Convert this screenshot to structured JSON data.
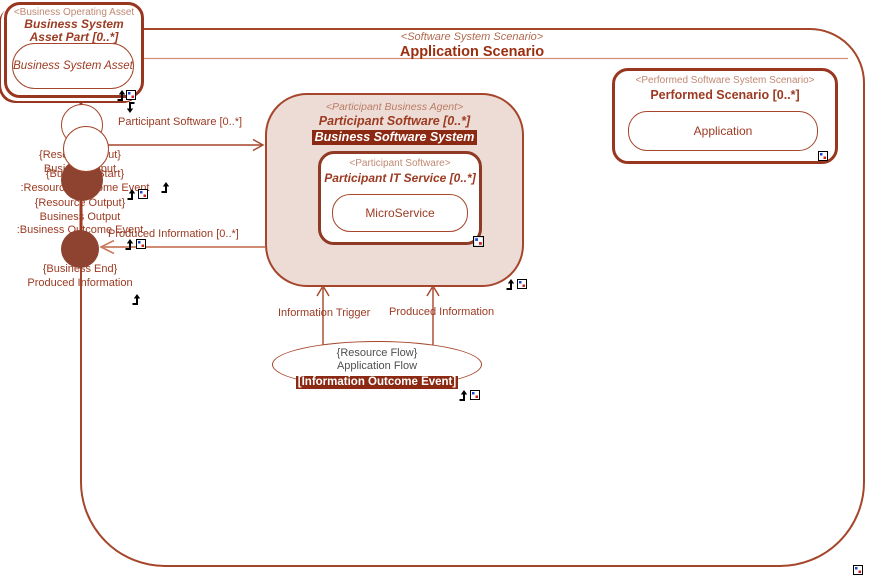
{
  "container": {
    "stereotype": "<Software System Scenario>",
    "title": "Application Scenario"
  },
  "asset_box": {
    "stereotype": "<Business Operating Asset",
    "title": "Business System Asset Part [0..*]",
    "instance": "Business System Asset"
  },
  "participant_box": {
    "stereotype": "<Participant Business Agent>",
    "title": "Participant Software [0..*]",
    "selected": "Business Software System"
  },
  "it_service_box": {
    "stereotype": "<Participant Software>",
    "title": "Participant IT Service [0..*]",
    "instance": "MicroService"
  },
  "performed_box": {
    "stereotype": "<Performed Software System Scenario>",
    "title": "Performed Scenario [0..*]",
    "instance": "Application"
  },
  "flow_ellipse": {
    "line1": "{Resource Flow}",
    "line2": "Application Flow",
    "selected": "[Information Outcome Event]"
  },
  "events": {
    "resource_input": {
      "line1": "{Resource Input}",
      "line2": "Business Input"
    },
    "business_start": {
      "line1": "{Business Start}",
      "line2": ":Resource Outcome Event"
    },
    "resource_output": {
      "line1": "{Resource Output}",
      "line2": "Business Output",
      "line3": ":Business Outcome Event"
    },
    "business_end": {
      "line1": "{Business End}",
      "line2": "Produced Information"
    }
  },
  "connectors": {
    "participant_software": "Participant Software [0..*]",
    "produced_information_left": "Produced Information [0..*]",
    "information_trigger": "Information Trigger",
    "produced_information_bottom": "Produced Information"
  },
  "icons": {
    "goto_arrow": "bent-up-arrow",
    "model_ref": "model-reference-badge"
  },
  "colors": {
    "border": "#A5462B",
    "accent_text": "#9C3A22",
    "title_text": "#9C2E10",
    "stereotype_text": "#C08872",
    "participant_fill": "#EDDCD5",
    "selected_bg": "#8C2912",
    "selected_text": "#FFFFFF",
    "event_fill": "#8E4330",
    "muted_text": "#4F4F4F",
    "light_line": "#D49179"
  }
}
